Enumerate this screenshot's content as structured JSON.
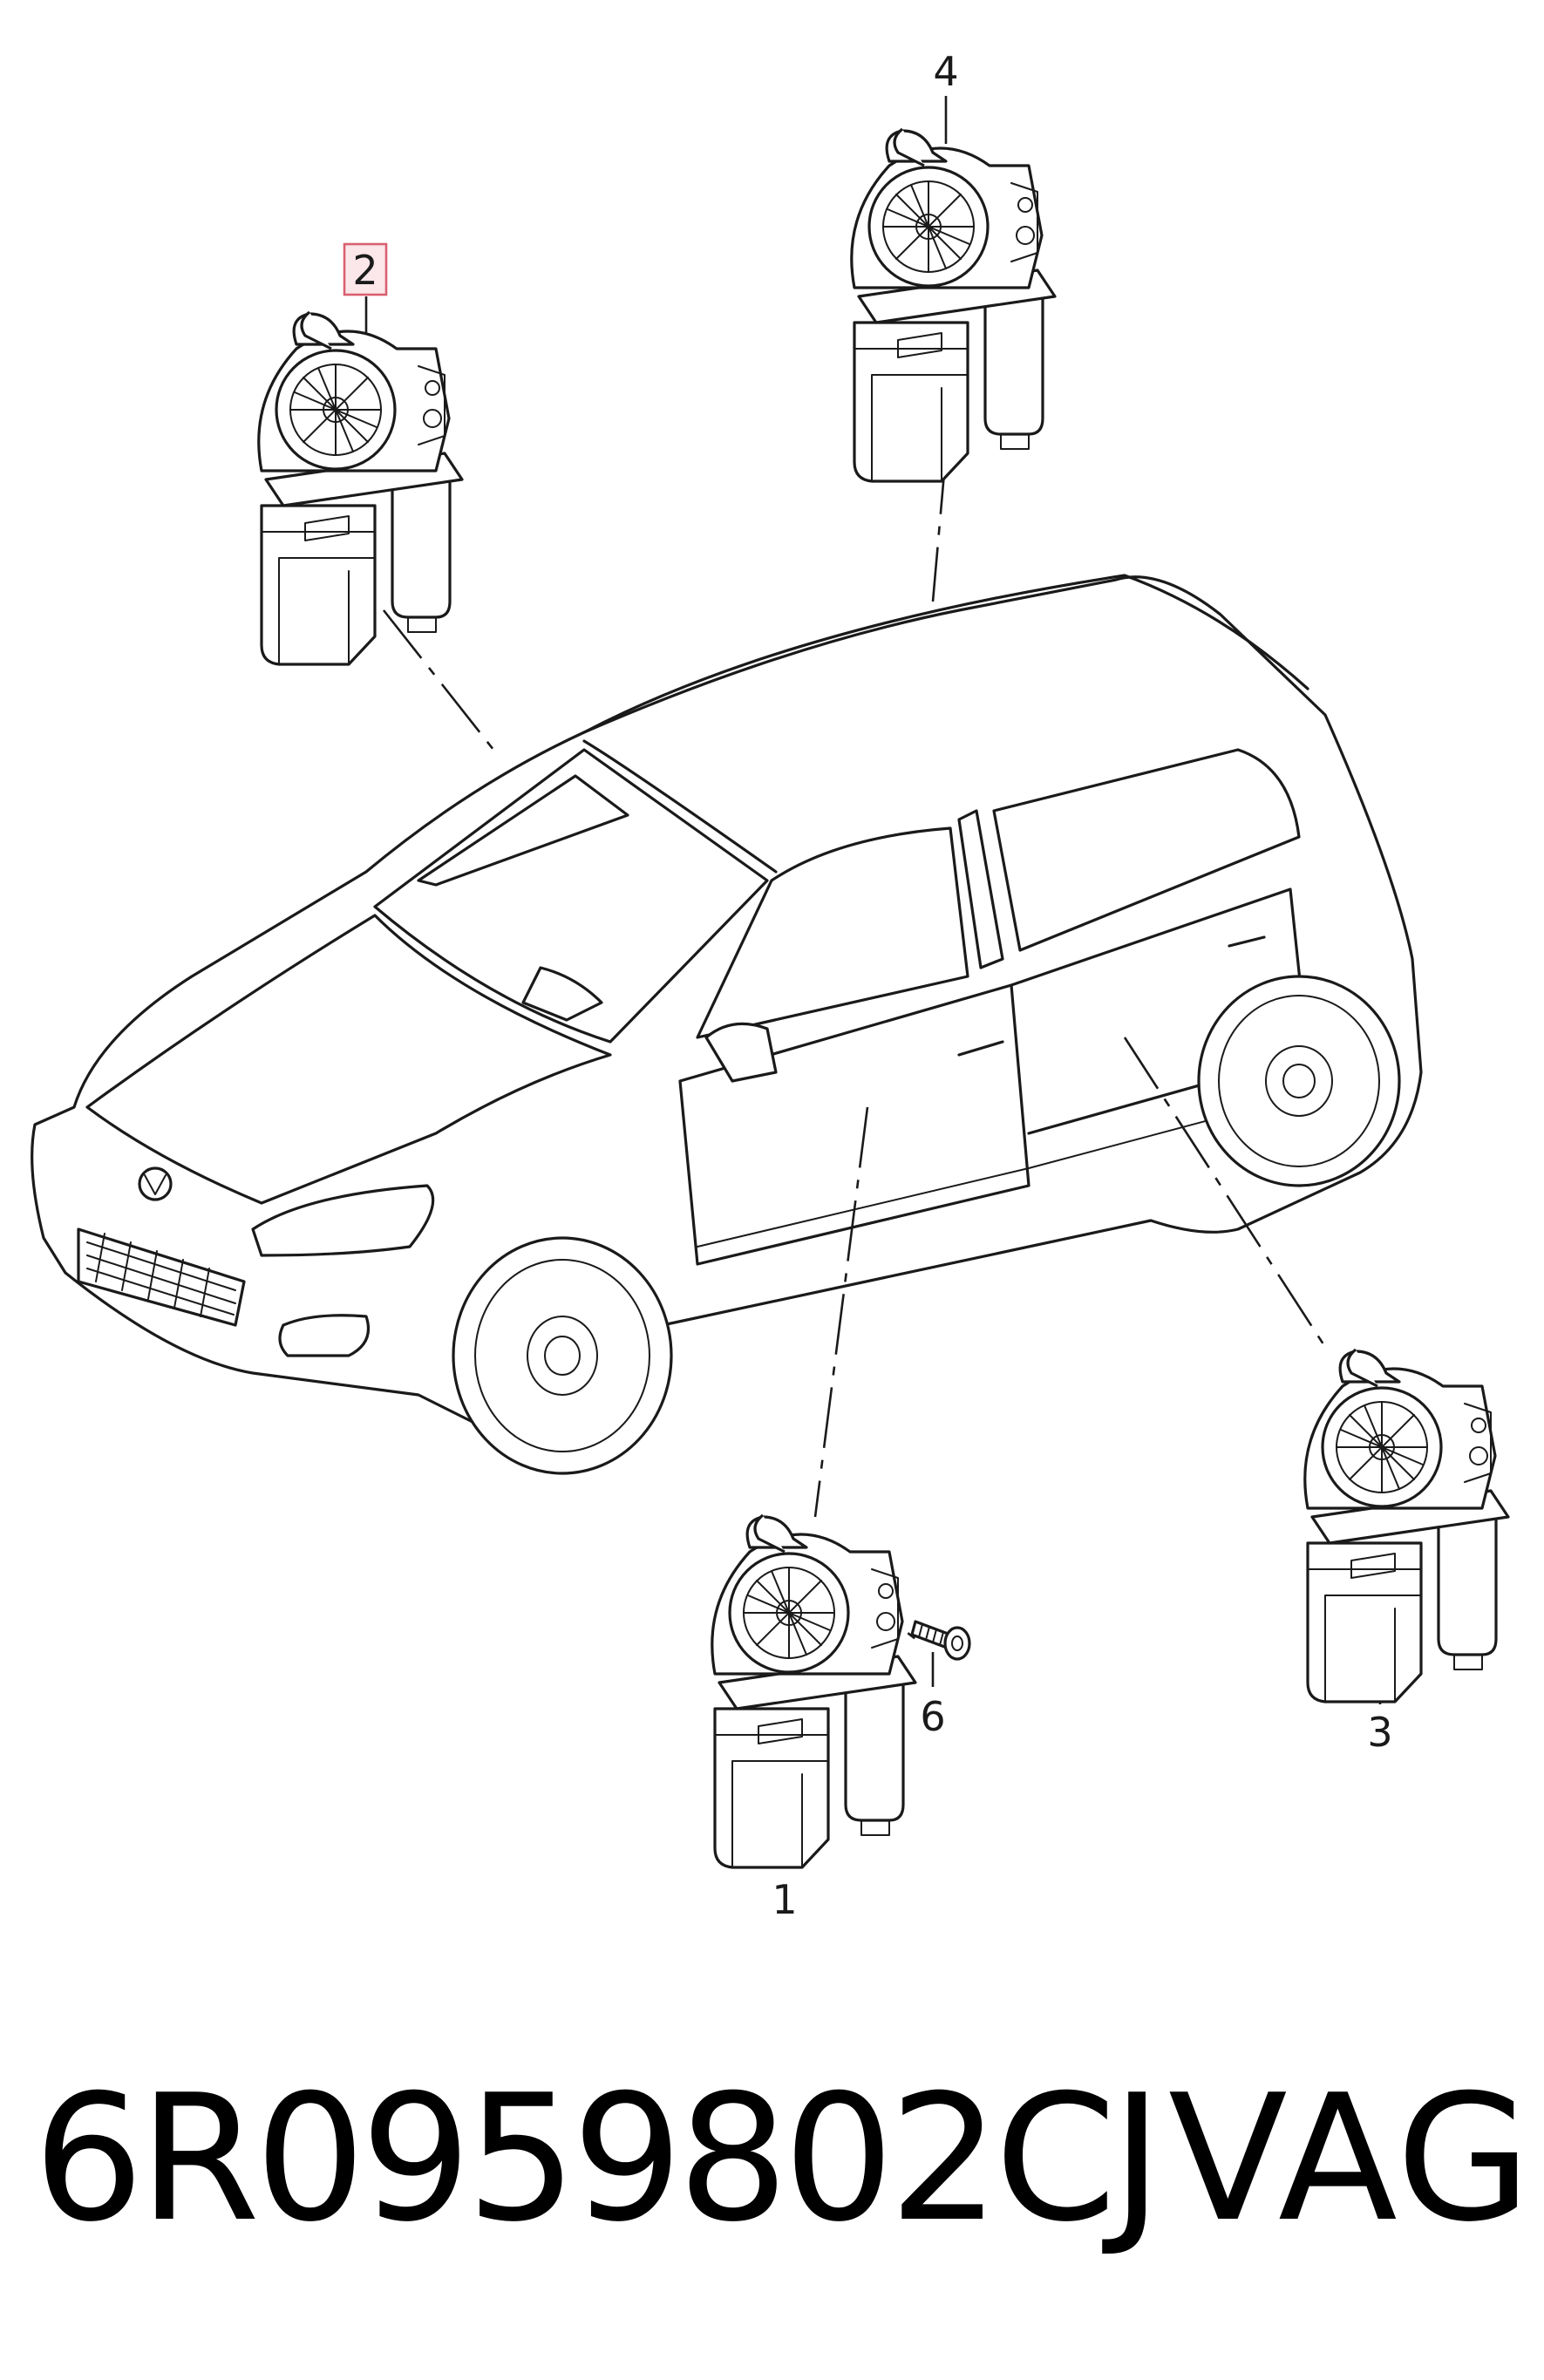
{
  "callouts": {
    "c1": "1",
    "c2": "2",
    "c3": "3",
    "c4": "4",
    "c6": "6"
  },
  "highlighted_callout": "2",
  "caption": {
    "part_number": "6R0959802CJ",
    "brand": "VAG"
  },
  "colors": {
    "line": "#1a1a1a",
    "highlight_fill": "#fbe6ea",
    "highlight_border": "#d9606f"
  }
}
